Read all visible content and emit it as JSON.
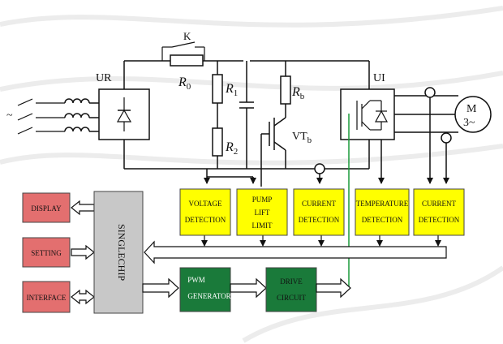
{
  "components": {
    "switch": "K",
    "resistor_r0": "R",
    "resistor_r0_sub": "0",
    "resistor_r1": "R",
    "resistor_r1_sub": "1",
    "resistor_r2": "R",
    "resistor_r2_sub": "2",
    "resistor_rb": "R",
    "resistor_rb_sub": "b",
    "transistor": "VT",
    "transistor_sub": "b",
    "rectifier": "UR",
    "inverter": "UI",
    "ac_source": "~",
    "motor_line1": "M",
    "motor_line2": "3~"
  },
  "blocks": {
    "display": "DISPLAY",
    "setting": "SETTING",
    "interface": "INTERFACE",
    "singlechip": "SINGLECHIP",
    "voltage_l1": "VOLTAGE",
    "voltage_l2": "DETECTION",
    "pump_l1": "PUMP",
    "pump_l2": "LIFT",
    "pump_l3": "LIMIT",
    "current1_l1": "CURRENT",
    "current1_l2": "DETECTION",
    "temp_l1": "TEMPERATURE",
    "temp_l2": "DETECTION",
    "current2_l1": "CURRENT",
    "current2_l2": "DETECTION",
    "pwm_l1": "PWM",
    "pwm_l2": "GENERATOR",
    "drive_l1": "DRIVE",
    "drive_l2": "CIRCUIT"
  },
  "colors": {
    "io_block": "#e36f6f",
    "detect_block": "#ffff00",
    "pwm_block": "#1a7a3a",
    "singlechip_block": "#c8c8c8",
    "drive_signal": "#1a9a3a"
  }
}
